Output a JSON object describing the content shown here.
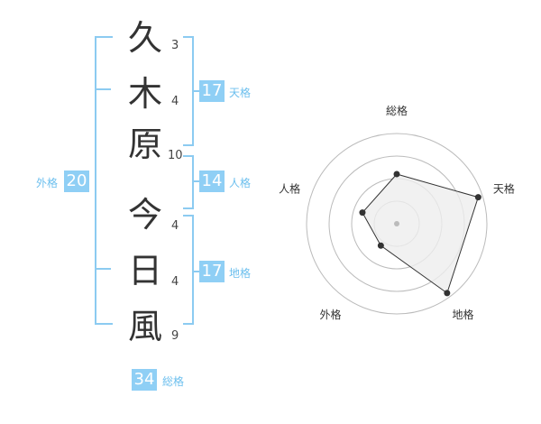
{
  "characters": [
    {
      "char": "久",
      "strokes": "3"
    },
    {
      "char": "木",
      "strokes": "4"
    },
    {
      "char": "原",
      "strokes": "10"
    },
    {
      "char": "今",
      "strokes": "4"
    },
    {
      "char": "日",
      "strokes": "4"
    },
    {
      "char": "風",
      "strokes": "9"
    }
  ],
  "groups": {
    "tenkaku": {
      "value": "17",
      "label": "天格"
    },
    "jinkaku": {
      "value": "14",
      "label": "人格"
    },
    "chikaku": {
      "value": "17",
      "label": "地格"
    },
    "gaikaku": {
      "value": "20",
      "label": "外格"
    },
    "soukaku": {
      "value": "34",
      "label": "総格"
    }
  },
  "chart_data": {
    "type": "radar",
    "axes": [
      "総格",
      "天格",
      "地格",
      "外格",
      "人格"
    ],
    "values": [
      0.55,
      0.95,
      0.95,
      0.3,
      0.4
    ],
    "rings": 4,
    "colors": {
      "fill": "#eeeeee",
      "line": "#333333",
      "ring": "#bbbbbb",
      "point": "#333333"
    }
  }
}
